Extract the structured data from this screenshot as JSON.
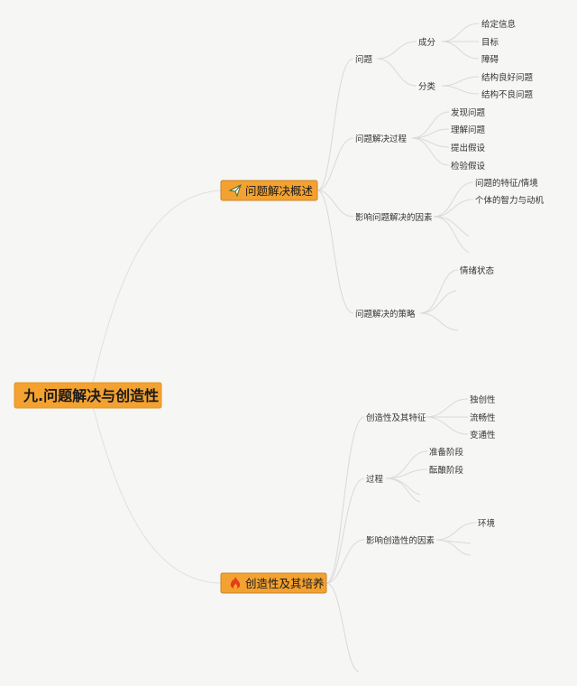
{
  "root": {
    "label": "九.问题解决与创造性"
  },
  "branches": [
    {
      "icon": "paper-plane-icon",
      "label": "问题解决概述",
      "children": [
        {
          "label": "问题",
          "children": [
            {
              "label": "成分",
              "children": [
                "给定信息",
                "目标",
                "障碍"
              ]
            },
            {
              "label": "分类",
              "children": [
                "结构良好问题",
                "结构不良问题"
              ]
            }
          ]
        },
        {
          "label": "问题解决过程",
          "children": [
            "发现问题",
            "理解问题",
            "提出假设",
            "检验假设"
          ]
        },
        {
          "label": "影响问题解决的因素",
          "children": [
            "问题的特征/情境",
            "个体的智力与动机"
          ]
        },
        {
          "label": "问题解决的策略",
          "children": [
            "情绪状态"
          ]
        }
      ]
    },
    {
      "icon": "fire-icon",
      "label": "创造性及其培养",
      "children": [
        {
          "label": "创造性及其特征",
          "children": [
            "独创性",
            "流畅性",
            "变通性"
          ]
        },
        {
          "label": "过程",
          "children": [
            "准备阶段",
            "酝酿阶段"
          ]
        },
        {
          "label": "影响创造性的因素",
          "children": [
            "环境"
          ]
        }
      ]
    }
  ],
  "colors": {
    "accent": "#f3a231",
    "line": "#d9d9d9",
    "background": "#f6f6f4"
  }
}
